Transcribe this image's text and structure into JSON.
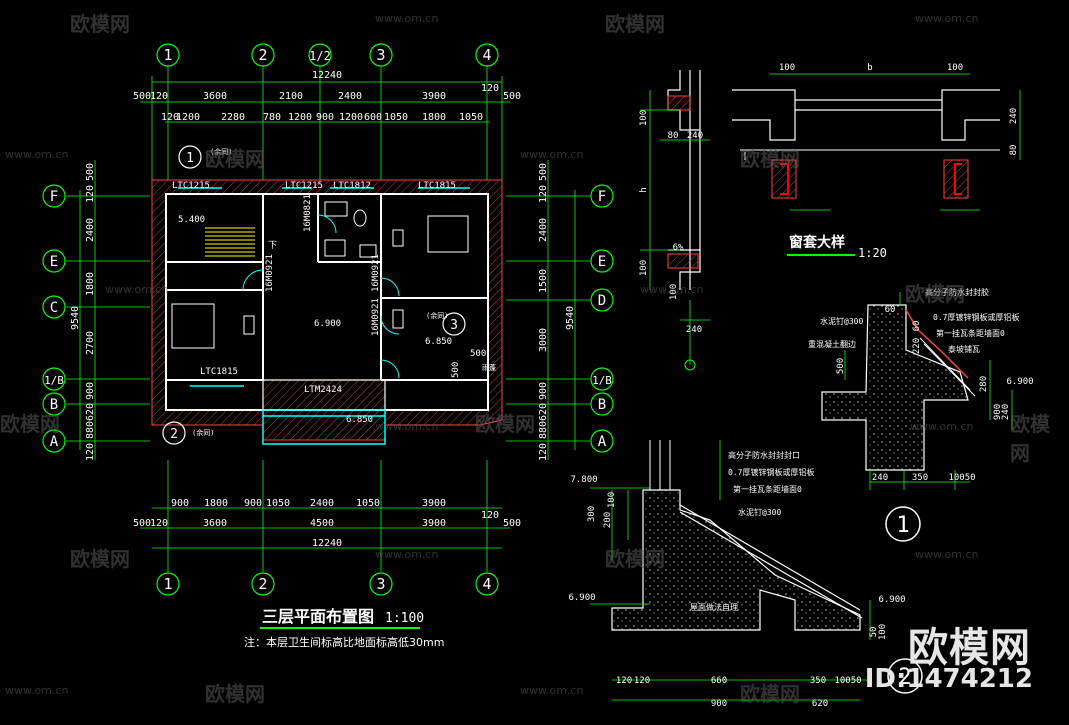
{
  "plan": {
    "title": "三层平面布置图",
    "scale": "1:100",
    "note": "注：本层卫生间标高比地面标高低30mm",
    "top_total": "12240",
    "bottom_total": "12240",
    "axes_x": [
      "1",
      "2",
      "1/2",
      "3",
      "4"
    ],
    "axes_x_bottom": [
      "1",
      "2",
      "3",
      "4"
    ],
    "axes_y_left": [
      "F",
      "E",
      "C",
      "1/B",
      "B",
      "A"
    ],
    "axes_y_right": [
      "F",
      "E",
      "D",
      "1/B",
      "B",
      "A"
    ],
    "dims_top_row1": [
      "500",
      "120",
      "3600",
      "2100",
      "2400",
      "3900",
      "120",
      "500"
    ],
    "dims_top_row2": [
      "120",
      "1200",
      "2280",
      "780",
      "1200",
      "900",
      "1200",
      "600",
      "1050",
      "1800",
      "1050"
    ],
    "dims_bottom_row1": [
      "900",
      "1800",
      "900",
      "1050",
      "2400",
      "1050",
      "3900"
    ],
    "dims_bottom_row2": [
      "500",
      "120",
      "3600",
      "4500",
      "3900",
      "120",
      "500"
    ],
    "dims_left": [
      "500",
      "120",
      "2400",
      "1800",
      "2700",
      "900",
      "620",
      "880",
      "120"
    ],
    "dims_left_total": "9540",
    "dims_right": [
      "500",
      "120",
      "2400",
      "1500",
      "3000",
      "900",
      "620",
      "880",
      "120"
    ],
    "dims_right_total": "9540",
    "windows": [
      "LTC1215",
      "LTC1215",
      "LTC1812",
      "LTC1815",
      "LTC1815",
      "LTM2424"
    ],
    "doors": [
      "16M0821",
      "16M0921",
      "16M0921",
      "16M0921"
    ],
    "levels": [
      "5.400",
      "6.900",
      "6.850",
      "6.850"
    ],
    "misc": [
      "下",
      "雨蓬",
      "(余同)",
      "(余同)",
      "(余同)",
      "500",
      "500"
    ],
    "sections": [
      "1",
      "2",
      "3"
    ]
  },
  "detail_window": {
    "title": "窗套大样",
    "scale": "1:20",
    "dims": [
      "100",
      "b",
      "100",
      "240",
      "80",
      "100",
      "80",
      "240",
      "100",
      "100",
      "240",
      "6%",
      "h"
    ]
  },
  "detail_1": {
    "number": "1",
    "labels": [
      "高分子防水封封胶",
      "0.7厚镀锌钢板或厚铝板",
      "第一挂瓦条距墙面0",
      "水泥钉@300",
      "重混凝土翻边",
      "泰坡铺瓦"
    ],
    "dims": [
      "60",
      "6.900",
      "500",
      "280",
      "240",
      "900",
      "240",
      "350",
      "10050",
      "60",
      "220"
    ]
  },
  "detail_2": {
    "number": "2",
    "labels": [
      "高分子防水封封封口",
      "0.7厚镀锌钢板或厚铝板",
      "第一挂瓦条距墙面0",
      "水泥钉@300",
      "屋面做法自理"
    ],
    "dims": [
      "7.800",
      "300",
      "200",
      "100",
      "6.900",
      "6.900",
      "50",
      "100",
      "120",
      "120",
      "660",
      "350",
      "10050",
      "900",
      "620"
    ]
  },
  "watermark": {
    "brand": "欧模网",
    "url": "www.om.cn",
    "id": "ID:1474212"
  },
  "colors": {
    "background": "#000000",
    "axis": "#00ff00",
    "wall": "#ffffff",
    "dimension": "#00ff00",
    "hatch": "#ff3333",
    "cyan": "#00ffff",
    "yellow": "#ffff00",
    "magenta": "#ff00ff"
  }
}
